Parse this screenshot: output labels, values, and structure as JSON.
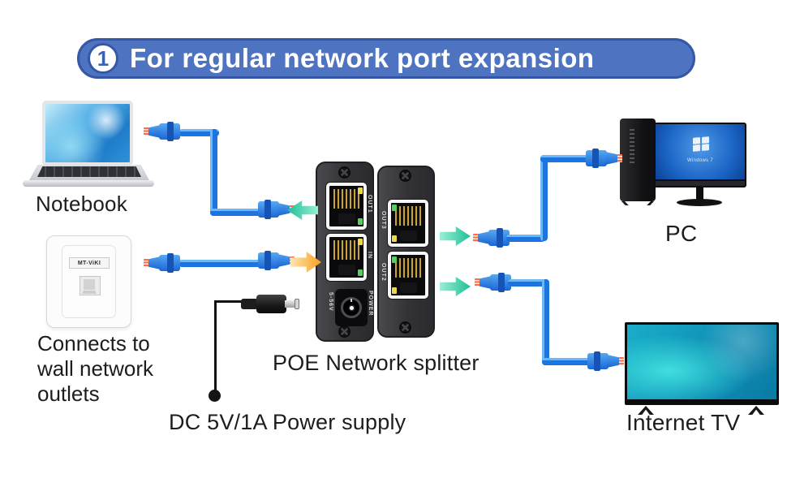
{
  "banner": {
    "step_number": "1",
    "title": "For regular network port expansion"
  },
  "notebook": {
    "label": "Notebook"
  },
  "wall_outlet": {
    "brand": "MT-ViKI",
    "caption_lines": [
      "Connects to",
      "wall network",
      "outlets"
    ]
  },
  "splitter": {
    "caption": "POE Network splitter",
    "left_unit": {
      "ports": [
        "OUT1",
        "IN"
      ],
      "power_label": "POWER",
      "voltage_label": "5-56V"
    },
    "right_unit": {
      "ports": [
        "OUT3",
        "OUT2"
      ]
    }
  },
  "power": {
    "caption": "DC 5V/1A Power supply"
  },
  "pc": {
    "label": "PC",
    "screen_text": "Windows 7"
  },
  "tv": {
    "label": "Internet TV"
  },
  "colors": {
    "banner_blue": "#4e73c0",
    "banner_border": "#3457a6",
    "cable_blue": "#1b74e0",
    "arrow_green": "#1fbf97",
    "arrow_orange": "#f7a21e"
  }
}
